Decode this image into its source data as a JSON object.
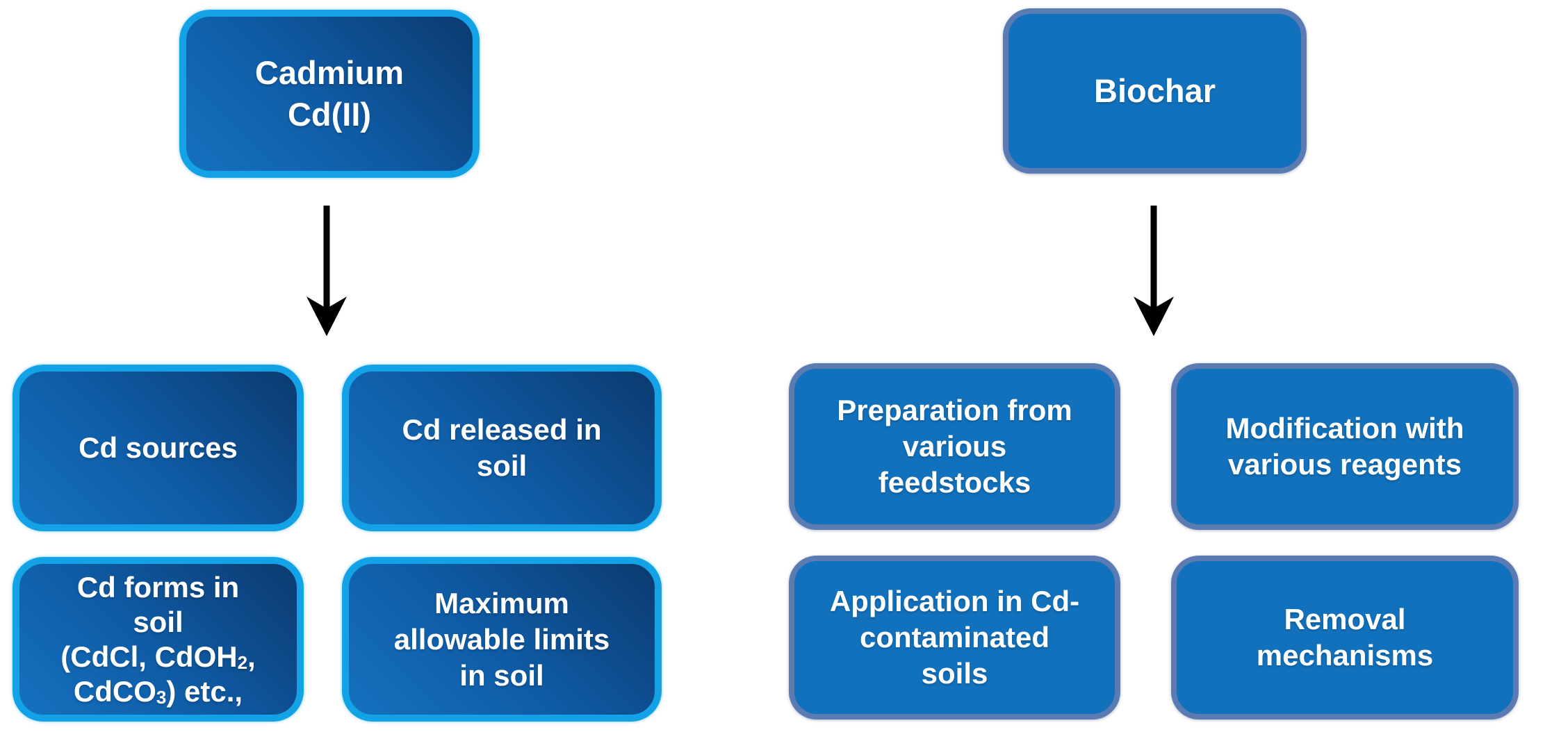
{
  "colors": {
    "left_border": "#14a2e6",
    "left_grad_dark": "#0c3a70",
    "left_grad_mid": "#0f5ca6",
    "left_grad_light": "#1571bf",
    "right_fill": "#1271bc",
    "right_border": "#5b7cb2",
    "arrow": "#000000",
    "text": "#ffffff"
  },
  "left_column": {
    "header": {
      "line1": "Cadmium",
      "line2": "Cd(II)"
    },
    "box_sources": {
      "line1": "Cd sources"
    },
    "box_released": {
      "line1": "Cd released in",
      "line2": "soil"
    },
    "box_forms": {
      "line1": "Cd forms in",
      "line2": "soil",
      "line3_pre": "(CdCl, CdOH",
      "line3_sub": "2",
      "line3_post": ",",
      "line4_pre": "CdCO",
      "line4_sub": "3",
      "line4_post": ") etc.,"
    },
    "box_limits": {
      "line1": "Maximum",
      "line2": "allowable limits",
      "line3": "in soil"
    }
  },
  "right_column": {
    "header": {
      "line1": "Biochar"
    },
    "box_preparation": {
      "line1": "Preparation from",
      "line2": "various",
      "line3": "feedstocks"
    },
    "box_modification": {
      "line1": "Modification with",
      "line2": "various reagents"
    },
    "box_application": {
      "line1": "Application in Cd-",
      "line2": "contaminated",
      "line3": "soils"
    },
    "box_removal": {
      "line1": "Removal",
      "line2": "mechanisms"
    }
  }
}
